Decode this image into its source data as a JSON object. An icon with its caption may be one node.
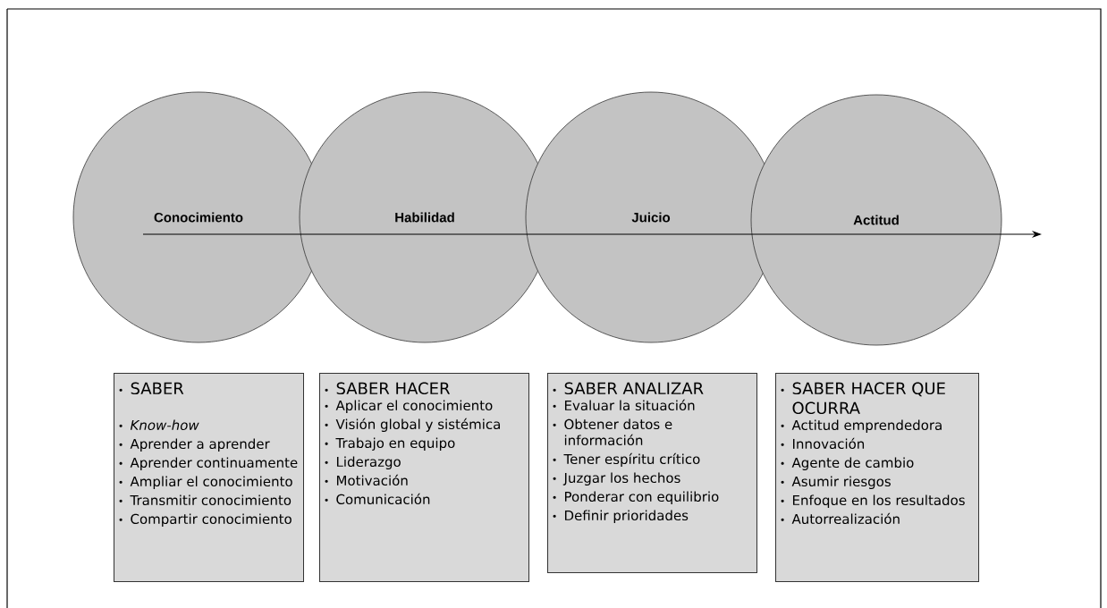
{
  "diagram": {
    "nodes": [
      {
        "text": [
          "Conocimiento"
        ]
      },
      {
        "text": [
          "Habilidad"
        ]
      },
      {
        "text": [
          "Juicio"
        ]
      },
      {
        "text": [
          "Actitud"
        ]
      },
      {
        "text": [
          "SABER",
          "*Know-how*",
          "Aprender a aprender",
          "Aprender continuamente",
          "Ampliar el conocimiento",
          "Transmitir conocimiento",
          "Compartir conocimiento"
        ]
      },
      {
        "text": [
          "SABER HACER",
          "Aplicar el conocimiento",
          "Visión global y sistémica",
          "Trabajo en equipo",
          "Liderazgo",
          "Motivación",
          "Comunicación"
        ]
      },
      {
        "text": [
          "SABER ANALIZAR",
          "Evaluar la situación",
          "Obtener datos e información",
          "Tener espíritu crítico",
          "Juzgar los hechos",
          "Ponderar con equilibrio",
          "Definir prioridades"
        ]
      },
      {
        "text": [
          "SABER HACER QUE OCURRA",
          "Actitud emprendedora",
          "Innovación",
          "Agente de cambio",
          "Asumir riesgos",
          "Enfoque en los resultados",
          "Autorrealización"
        ]
      }
    ]
  }
}
